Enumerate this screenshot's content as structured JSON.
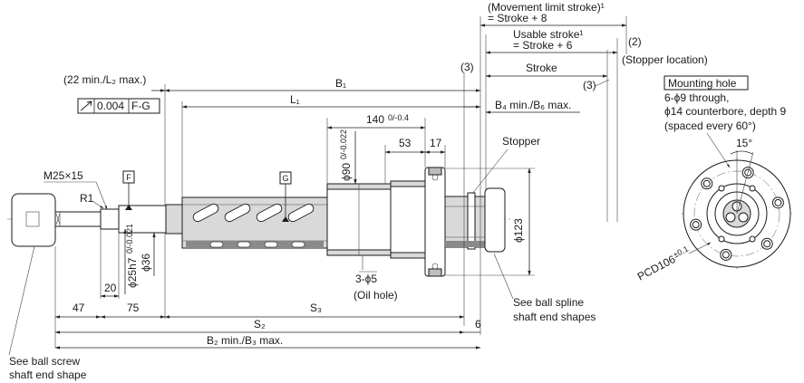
{
  "labels": {
    "movement_limit_stroke": "(Movement limit stroke)¹",
    "stroke_plus_8": "= Stroke + 8",
    "usable_stroke": "Usable stroke¹",
    "stroke_plus_6": "= Stroke + 6",
    "note_2": "(2)",
    "stopper_location": "(Stopper location)",
    "note_3_left": "(3)",
    "note_3_right": "(3)",
    "stroke": "Stroke",
    "min22": "(22 min./L₂ max.)",
    "b1": "B₁",
    "l1": "L₁",
    "b4_b6": "B₄ min./B₆ max.",
    "tol_value": "0.004",
    "tol_ref": "F-G",
    "dim_140": "140",
    "dim_140_tol": "0/-0.4",
    "dim_53": "53",
    "dim_17": "17",
    "stopper": "Stopper",
    "phi90": "ϕ90",
    "phi90_tol": "0/-0.022",
    "m25x15": "M25×15",
    "datum_f": "F",
    "datum_g": "G",
    "r1": "R1",
    "phi25h7": "ϕ25h7",
    "phi25h7_tol": "0/-0.021",
    "phi36": "ϕ36",
    "dim_20": "20",
    "phi123": "ϕ123",
    "oil_hole_count": "3-ϕ5",
    "oil_hole": "(Oil hole)",
    "dim_47": "47",
    "dim_75": "75",
    "s3": "S₃",
    "s2": "S₂",
    "dim_6": "6",
    "b2_b3": "B₂ min./B₃ max.",
    "see_spline_1": "See ball spline",
    "see_spline_2": "shaft end shapes",
    "see_screw_1": "See ball screw",
    "see_screw_2": "shaft end shape",
    "mounting_hole": "Mounting hole",
    "mh_line1": "6-ϕ9 through,",
    "mh_line2": "ϕ14 counterbore, depth 9",
    "mh_line3": "(spaced every 60°)",
    "angle_15": "15°",
    "pcd106": "PCD106",
    "pcd106_tol": "±0.1"
  },
  "icons": {
    "flatness_symbol": "runout-arrow-icon"
  }
}
